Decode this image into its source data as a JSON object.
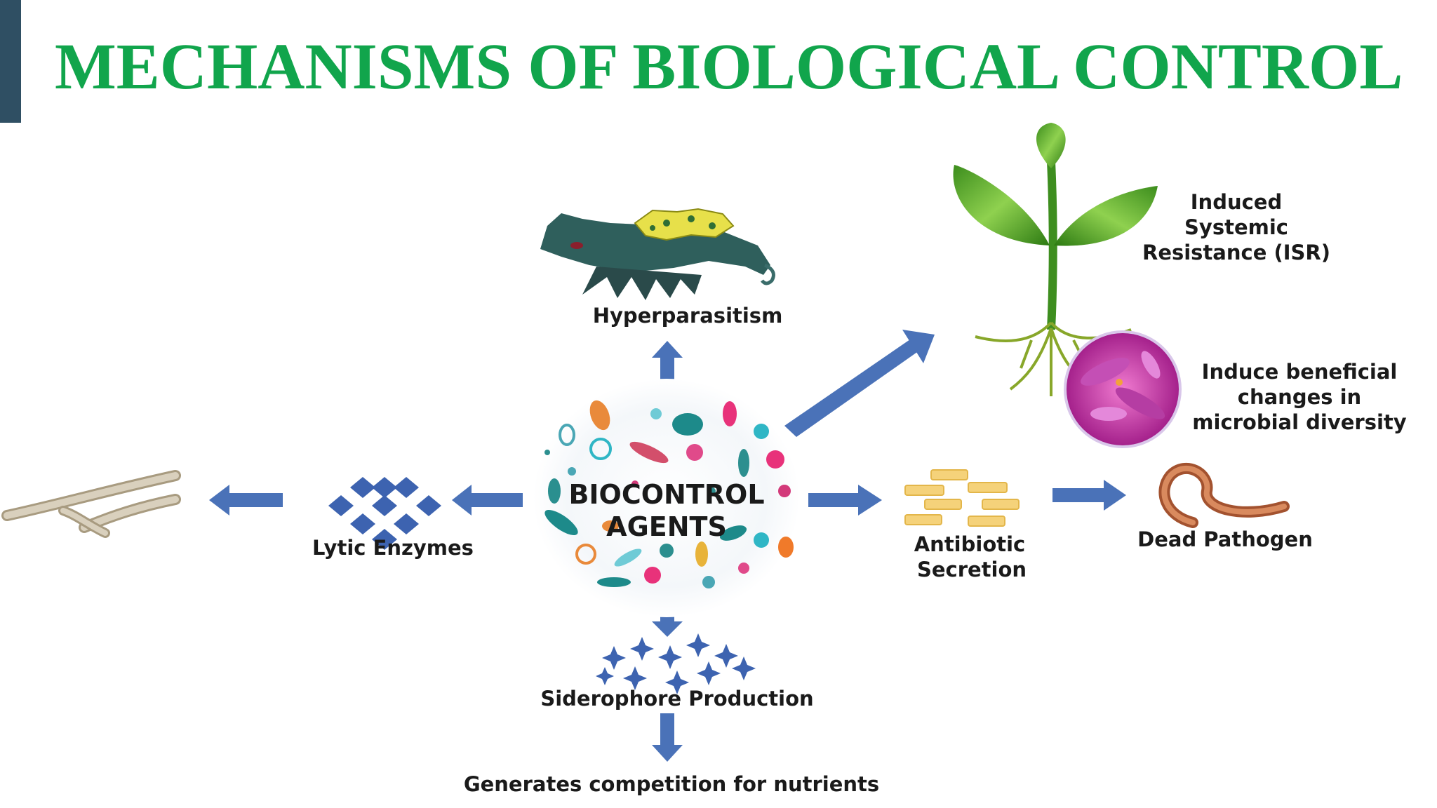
{
  "slide": {
    "title": "MECHANISMS OF BIOLOGICAL CONTROL",
    "accent_color": "#2f4f63",
    "title_color": "#11a54c"
  },
  "diagram": {
    "arrow_color": "#4a72b8",
    "center": {
      "line1": "BIOCONTROL",
      "line2": "AGENTS"
    },
    "hyperparasitism": "Hyperparasitism",
    "isr": {
      "line1": "Induced",
      "line2": "Systemic",
      "line3": "Resistance (ISR)"
    },
    "microbial": {
      "line1": "Induce beneficial",
      "line2": "changes in",
      "line3": "microbial diversity"
    },
    "lytic": "Lytic Enzymes",
    "antibiotic": {
      "line1": "Antibiotic",
      "line2": "Secretion"
    },
    "dead": "Dead Pathogen",
    "siderophore": "Siderophore Production",
    "competition": "Generates competition for nutrients"
  }
}
